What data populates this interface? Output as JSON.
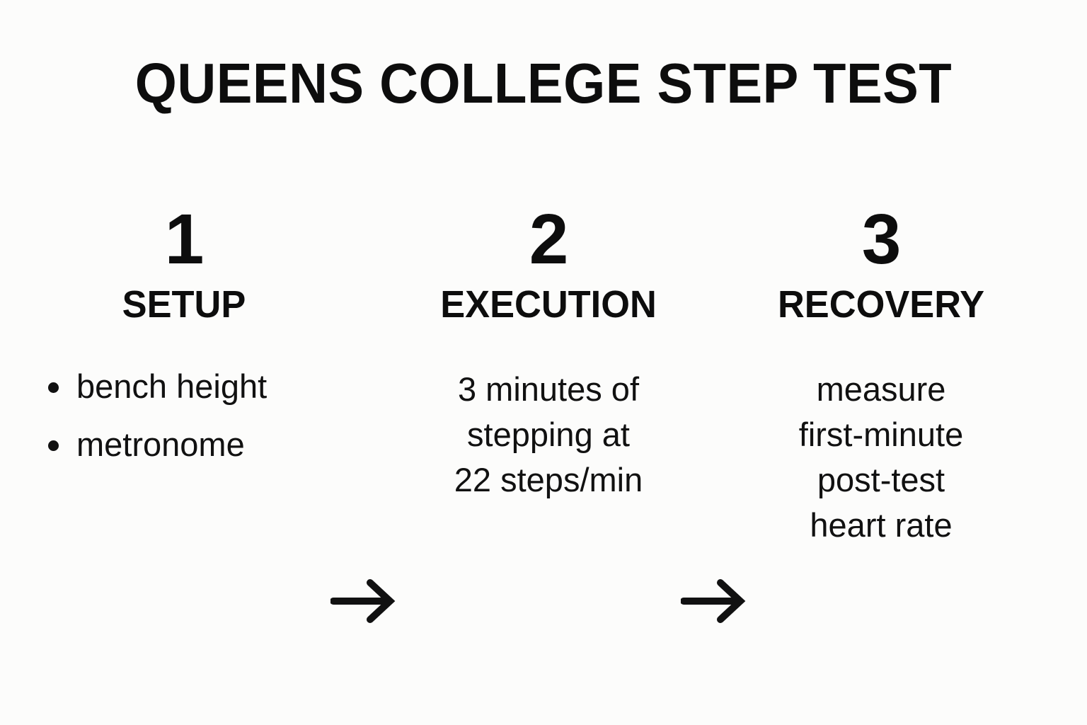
{
  "page": {
    "title": "QUEENS COLLEGE STEP TEST",
    "background_color": "#fcfcfb",
    "text_color": "#111111"
  },
  "steps": [
    {
      "number": "1",
      "heading": "SETUP",
      "body_type": "bullets",
      "bullets": [
        "bench height",
        "metronome"
      ]
    },
    {
      "number": "2",
      "heading": "EXECUTION",
      "body_type": "lines",
      "lines": [
        "3 minutes of",
        "stepping at",
        "22 steps/min"
      ]
    },
    {
      "number": "3",
      "heading": "RECOVERY",
      "body_type": "lines",
      "lines": [
        "measure",
        "first-minute",
        "post-test",
        "heart rate"
      ]
    }
  ],
  "connectors": [
    {
      "icon": "arrow-right-icon",
      "from": "SETUP",
      "to": "EXECUTION"
    },
    {
      "icon": "arrow-right-icon",
      "from": "EXECUTION",
      "to": "RECOVERY"
    }
  ]
}
